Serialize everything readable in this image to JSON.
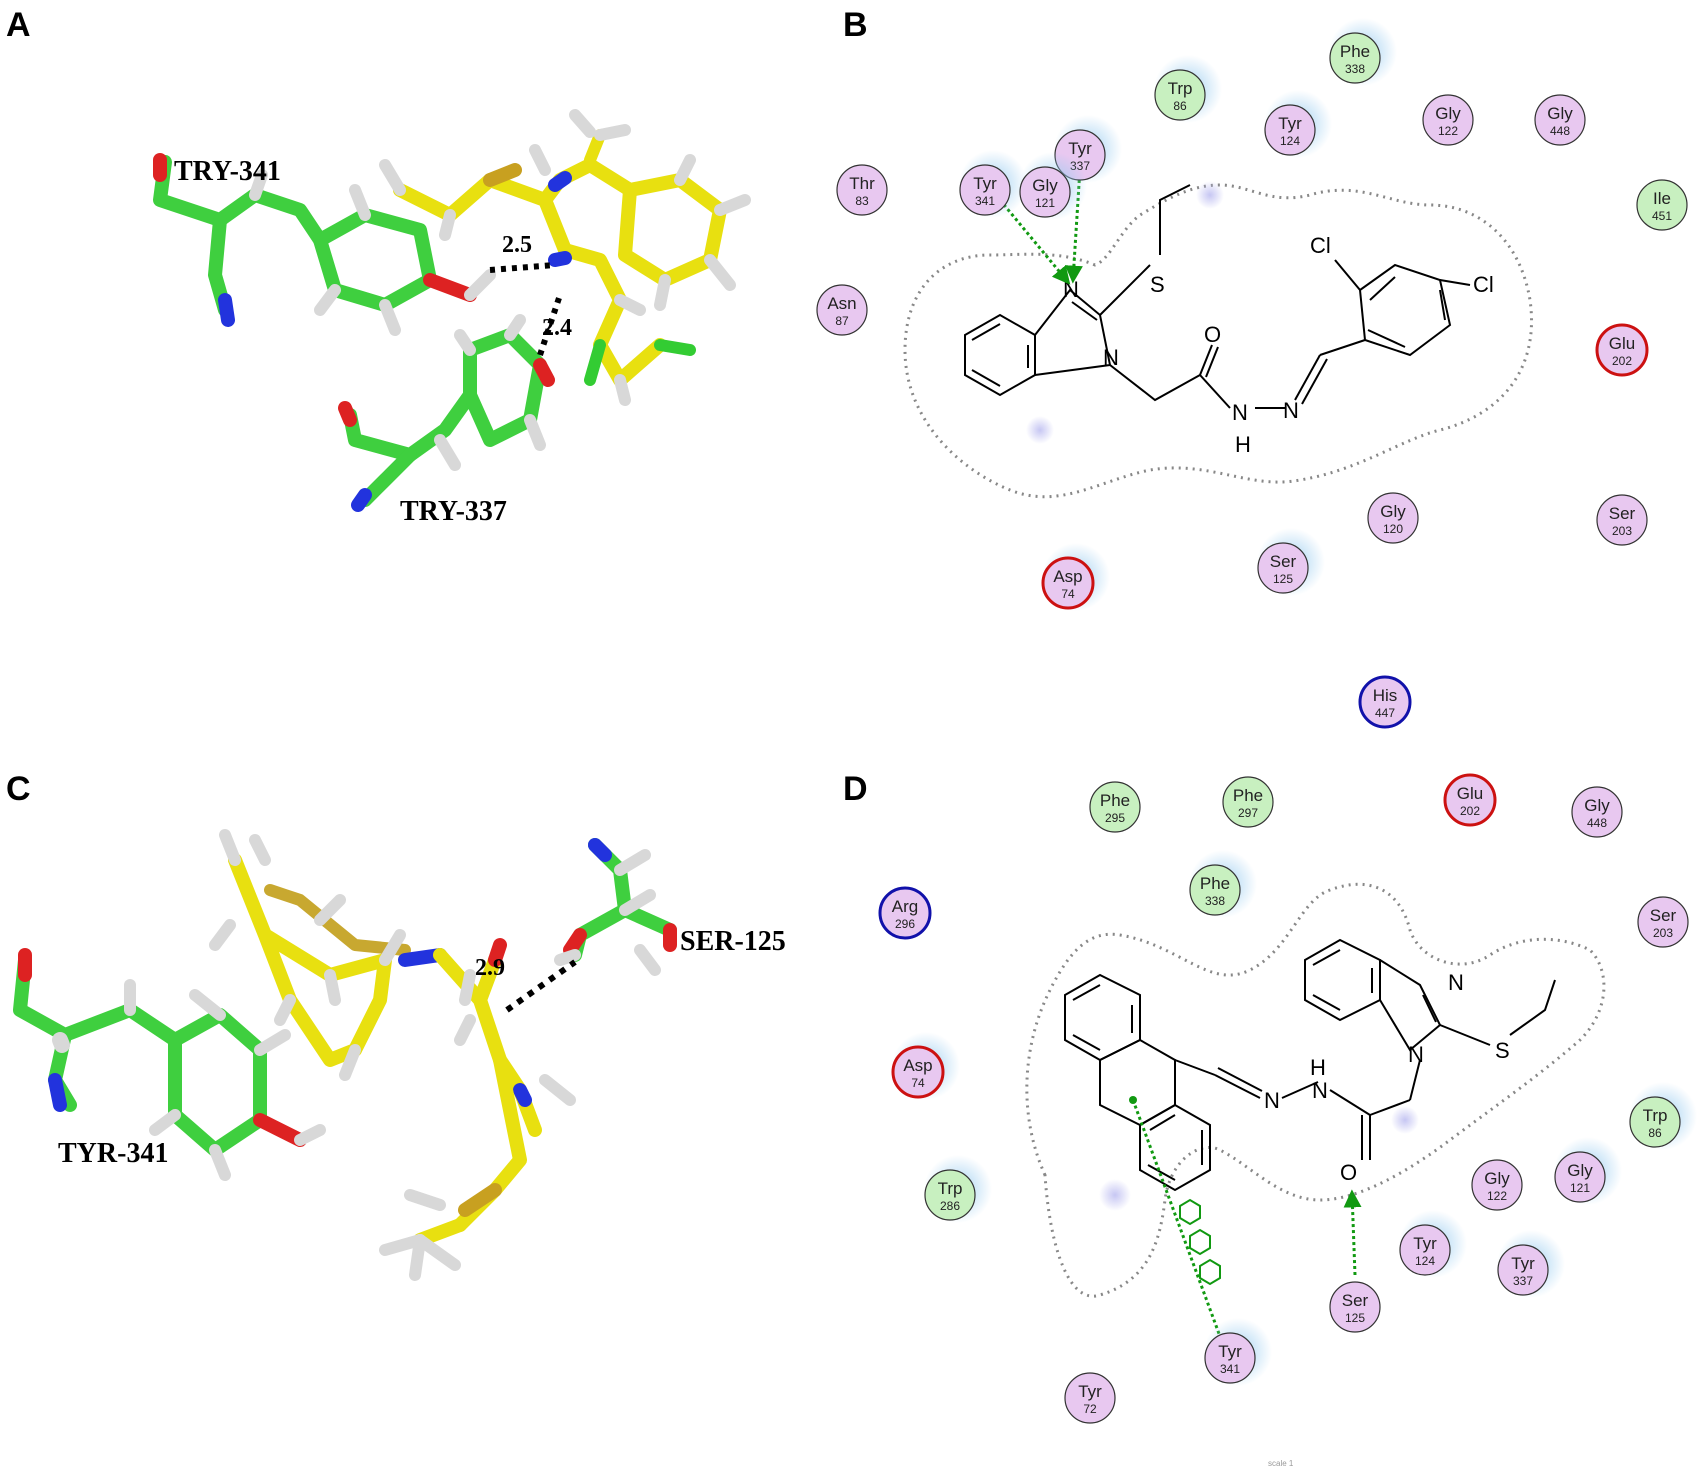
{
  "panels": {
    "A": {
      "letter": "A",
      "labels": [
        {
          "id": "try341",
          "text": "TRY-341"
        },
        {
          "id": "try337",
          "text": "TRY-337"
        }
      ],
      "distances": [
        {
          "id": "d1",
          "text": "2.5"
        },
        {
          "id": "d2",
          "text": "2.4"
        }
      ]
    },
    "B": {
      "letter": "B",
      "atoms": {
        "n1": "N",
        "n2": "N",
        "s": "S",
        "o": "O",
        "nh_n": "N",
        "nh_h": "H",
        "n_im": "N",
        "cl1": "Cl",
        "cl2": "Cl"
      },
      "residues": [
        {
          "id": "trp86",
          "name": "Trp",
          "num": "86",
          "type": "hydrophobic"
        },
        {
          "id": "phe338",
          "name": "Phe",
          "num": "338",
          "type": "hydrophobic"
        },
        {
          "id": "tyr124",
          "name": "Tyr",
          "num": "124",
          "type": "polar"
        },
        {
          "id": "gly122",
          "name": "Gly",
          "num": "122",
          "type": "polar"
        },
        {
          "id": "gly448",
          "name": "Gly",
          "num": "448",
          "type": "polar"
        },
        {
          "id": "tyr337",
          "name": "Tyr",
          "num": "337",
          "type": "polar"
        },
        {
          "id": "tyr341",
          "name": "Tyr",
          "num": "341",
          "type": "polar"
        },
        {
          "id": "gly121",
          "name": "Gly",
          "num": "121",
          "type": "polar"
        },
        {
          "id": "thr83",
          "name": "Thr",
          "num": "83",
          "type": "polar"
        },
        {
          "id": "ile451",
          "name": "Ile",
          "num": "451",
          "type": "hydrophobic"
        },
        {
          "id": "asn87",
          "name": "Asn",
          "num": "87",
          "type": "polar"
        },
        {
          "id": "glu202",
          "name": "Glu",
          "num": "202",
          "type": "acidic"
        },
        {
          "id": "gly120",
          "name": "Gly",
          "num": "120",
          "type": "polar"
        },
        {
          "id": "ser203",
          "name": "Ser",
          "num": "203",
          "type": "polar"
        },
        {
          "id": "ser125",
          "name": "Ser",
          "num": "125",
          "type": "polar"
        },
        {
          "id": "asp74",
          "name": "Asp",
          "num": "74",
          "type": "acidic"
        },
        {
          "id": "his447",
          "name": "His",
          "num": "447",
          "type": "basic"
        }
      ]
    },
    "C": {
      "letter": "C",
      "labels": [
        {
          "id": "ser125",
          "text": "SER-125"
        },
        {
          "id": "tyr341",
          "text": "TYR-341"
        }
      ],
      "distances": [
        {
          "id": "d1",
          "text": "2.9"
        }
      ]
    },
    "D": {
      "letter": "D",
      "atoms": {
        "n_ring": "N",
        "n1": "N",
        "s": "S",
        "o": "O",
        "nh_h": "H",
        "nh_n": "N",
        "n_im": "N"
      },
      "residues": [
        {
          "id": "phe295",
          "name": "Phe",
          "num": "295",
          "type": "hydrophobic"
        },
        {
          "id": "phe297",
          "name": "Phe",
          "num": "297",
          "type": "hydrophobic"
        },
        {
          "id": "glu202",
          "name": "Glu",
          "num": "202",
          "type": "acidic"
        },
        {
          "id": "gly448",
          "name": "Gly",
          "num": "448",
          "type": "polar"
        },
        {
          "id": "arg296",
          "name": "Arg",
          "num": "296",
          "type": "basic"
        },
        {
          "id": "phe338",
          "name": "Phe",
          "num": "338",
          "type": "hydrophobic"
        },
        {
          "id": "ser203",
          "name": "Ser",
          "num": "203",
          "type": "polar"
        },
        {
          "id": "asp74",
          "name": "Asp",
          "num": "74",
          "type": "acidic"
        },
        {
          "id": "trp86",
          "name": "Trp",
          "num": "86",
          "type": "hydrophobic"
        },
        {
          "id": "trp286",
          "name": "Trp",
          "num": "286",
          "type": "hydrophobic"
        },
        {
          "id": "gly122",
          "name": "Gly",
          "num": "122",
          "type": "polar"
        },
        {
          "id": "gly121",
          "name": "Gly",
          "num": "121",
          "type": "polar"
        },
        {
          "id": "tyr124",
          "name": "Tyr",
          "num": "124",
          "type": "polar"
        },
        {
          "id": "tyr337",
          "name": "Tyr",
          "num": "337",
          "type": "polar"
        },
        {
          "id": "ser125",
          "name": "Ser",
          "num": "125",
          "type": "polar"
        },
        {
          "id": "tyr341",
          "name": "Tyr",
          "num": "341",
          "type": "polar"
        },
        {
          "id": "tyr72",
          "name": "Tyr",
          "num": "72",
          "type": "polar"
        }
      ]
    }
  },
  "colors": {
    "carbon_protein": "#3fcf3f",
    "carbon_ligand": "#e8e010",
    "nitrogen": "#2233dd",
    "oxygen": "#dd2222",
    "hydrogen": "#d8d8d8",
    "sulfur": "#c8a020",
    "chlorine": "#33cc33",
    "polar_fill": "#e8c8f0",
    "hydrophobic_fill": "#c8f0c0",
    "acidic_ring": "#cc1111",
    "basic_ring": "#1111aa",
    "hbond_arrow": "#119911",
    "exposure_halo": "#99ccf0"
  }
}
